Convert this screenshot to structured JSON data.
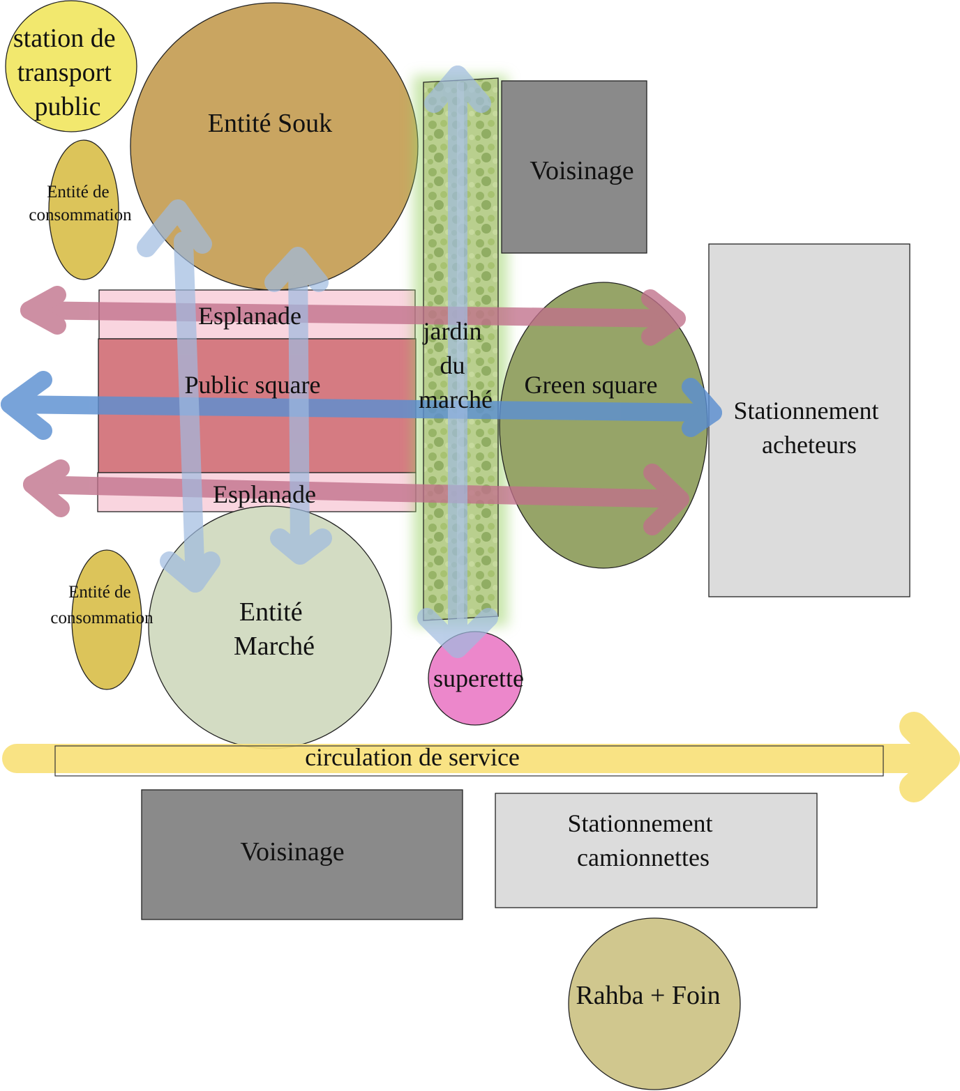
{
  "labels": {
    "transport": [
      "station de",
      "transport",
      "public"
    ],
    "souk": "Entité Souk",
    "conso_top": [
      "Entité de",
      "consommation"
    ],
    "conso_bottom": [
      "Entité de",
      "consommation"
    ],
    "esplanade_top": "Esplanade",
    "public_square": "Public square",
    "esplanade_bottom": "Esplanade",
    "jardin": [
      "jardin",
      "du",
      "marché"
    ],
    "voisinage_top": "Voisinage",
    "green_square": "Green square",
    "stationnement_acheteurs": [
      "Stationnement",
      "acheteurs"
    ],
    "marche": [
      "Entité",
      "Marché"
    ],
    "superette": "superette",
    "circulation": "circulation de service",
    "voisinage_bottom": "Voisinage",
    "stationnement_camionnettes": [
      "Stationnement",
      "camionnettes"
    ],
    "rahba": "Rahba + Foin"
  },
  "colors": {
    "transport": "#f2e86e",
    "souk": "#c9a561",
    "conso": "#dcc45a",
    "esplanade": "#f9d5df",
    "public_square": "#d57b82",
    "garden": "#b9cf8e",
    "voisinage": "#8a8a8a",
    "green_square": "#96a468",
    "stationnement": "#dcdcdc",
    "marche": "#d3dcc3",
    "superette": "#ec87cb",
    "circulation": "#f8e17a",
    "rahba": "#d0c78e",
    "arrow_pink": "#c0708a",
    "arrow_blue_dark": "#5b8fd1",
    "arrow_blue_light": "#9fbbe0"
  }
}
